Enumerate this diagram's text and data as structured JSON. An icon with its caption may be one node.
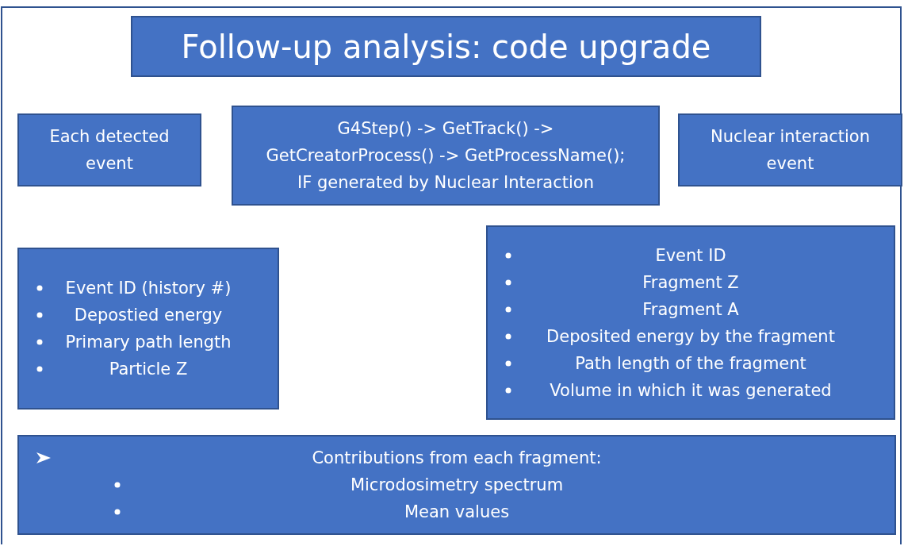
{
  "diagram": {
    "nodes": [
      {
        "text": [
          "Follow-up analysis: code upgrade"
        ]
      },
      {
        "text": [
          "Each detected event"
        ]
      },
      {
        "text": [
          "G4Step() -> GetTrack() -> GetCreatorProcess() -> GetProcessName();",
          "IF generated by Nuclear Interaction"
        ]
      },
      {
        "text": [
          "Nuclear interaction event"
        ]
      },
      {
        "text": [
          "Event ID (history #)",
          "Depostied energy",
          "Primary path length",
          "Particle Z"
        ]
      },
      {
        "text": [
          "Event ID",
          "Fragment Z",
          "Fragment A",
          "Deposited energy by the fragment",
          "Path length of the fragment",
          "Volume in which it was generated"
        ]
      },
      {
        "text": [
          "Contributions from each fragment:",
          "Microdosimetry spectrum",
          "Mean values"
        ]
      }
    ],
    "edges": []
  }
}
